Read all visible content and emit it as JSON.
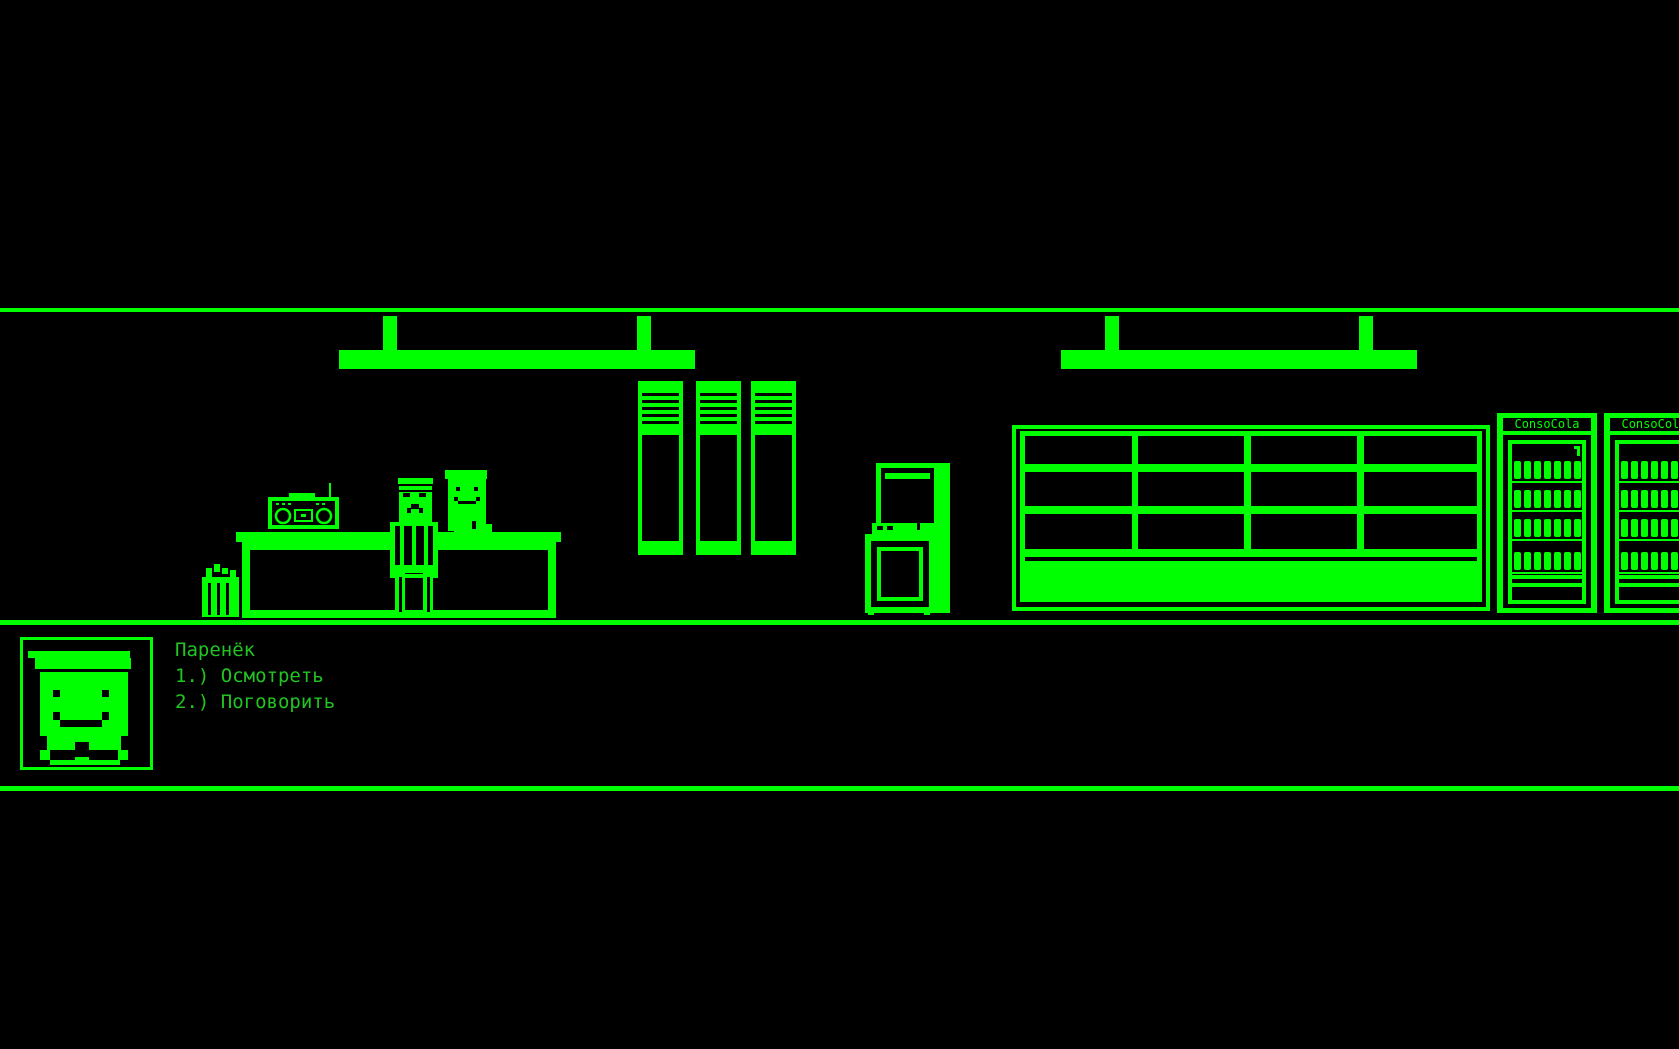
{
  "colors": {
    "background": "#000000",
    "primary": "#00ff00",
    "text": "#21c521"
  },
  "scene": {
    "vending_machines": [
      {
        "label": "ConsoCola"
      },
      {
        "label": "ConsoCola"
      }
    ]
  },
  "dialog": {
    "speaker": "Паренёк",
    "portrait_icon": "boy-face-icon",
    "options": [
      {
        "number": "1.)",
        "label": "Осмотреть"
      },
      {
        "number": "2.)",
        "label": "Поговорить"
      }
    ]
  }
}
